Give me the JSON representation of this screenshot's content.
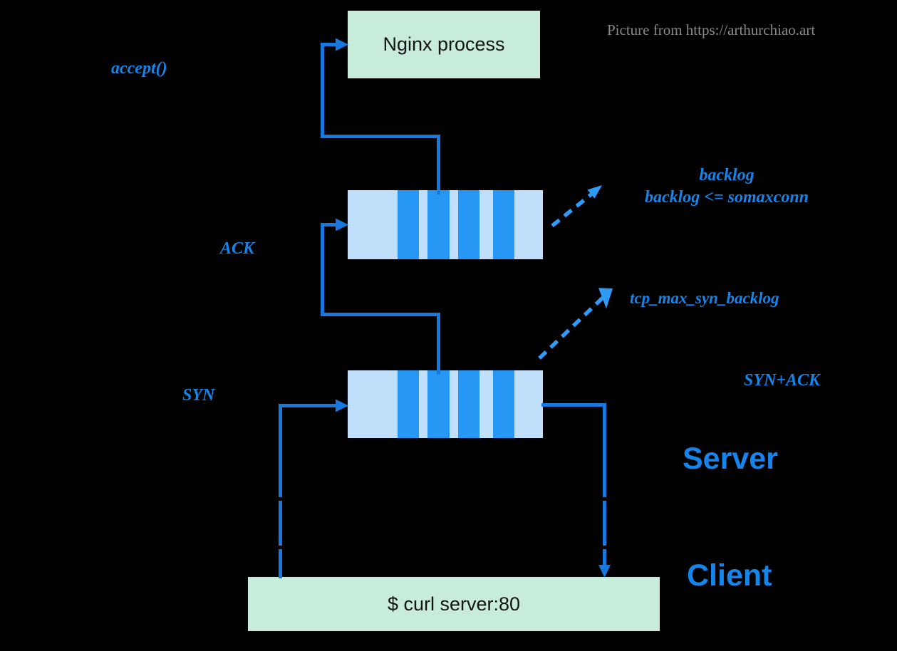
{
  "diagram": {
    "attribution": "Picture from https://arthurchiao.art",
    "boxes": {
      "nginx": {
        "label": "Nginx process"
      },
      "client_shell": {
        "label": "$ curl server:80"
      }
    },
    "queues": {
      "accept_queue": {
        "name": "accept queue (full slots striped)"
      },
      "syn_queue": {
        "name": "SYN queue (full slots striped)"
      }
    },
    "labels": {
      "accept_call": "accept()",
      "ack": "ACK",
      "syn": "SYN",
      "syn_ack": "SYN+ACK",
      "backlog_line1": "backlog",
      "backlog_line2": "backlog <= somaxconn",
      "tcp_max_syn_backlog": "tcp_max_syn_backlog",
      "server": "Server",
      "client": "Client"
    },
    "colors": {
      "background": "#000000",
      "mint_box": "#c7ecdc",
      "queue_light": "#bfdffb",
      "queue_stripe": "#2697f4",
      "solid_arrow": "#1778dd",
      "dashed_arrow": "#2f9bf6",
      "label_blue": "#1585ec",
      "attribution_gray": "#8a8a8a"
    }
  }
}
